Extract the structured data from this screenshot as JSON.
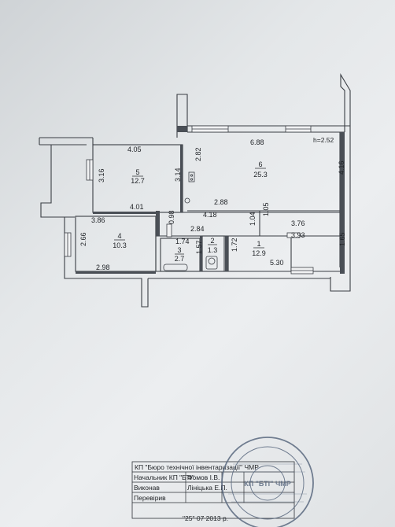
{
  "plan": {
    "height_label": "h=2.52",
    "dimensions": {
      "d405": "4.05",
      "d316": "3.16",
      "d314": "3.14",
      "d401": "4.01",
      "d282": "2.82",
      "d688": "6.88",
      "d416": "4.16",
      "d288": "2.88",
      "d418": "4.18",
      "d104": "1.04",
      "d105": "1.05",
      "d376": "3.76",
      "d393": "3.93",
      "d386": "3.86",
      "d098": "0.98",
      "d284": "2.84",
      "d174": "1.74",
      "d266": "2.66",
      "d157": "1.57",
      "d172": "1.72",
      "d165": "1.65",
      "d298": "2.98",
      "d530": "5.30"
    },
    "rooms": [
      {
        "num": "1",
        "area": "12.9"
      },
      {
        "num": "2",
        "area": "1.3"
      },
      {
        "num": "3",
        "area": "2.7"
      },
      {
        "num": "4",
        "area": "10.3"
      },
      {
        "num": "5",
        "area": "12.7"
      },
      {
        "num": "6",
        "area": "25.3"
      }
    ]
  },
  "stamp_table": {
    "org": "КП \"Бюро технічної інвентаризації\" ЧМР",
    "rows": [
      {
        "label": "Начальник КП \"БТІ\"",
        "value": "Фомов І.В."
      },
      {
        "label": "Виконав",
        "value": "Лініцька Е.П."
      },
      {
        "label": "Перевірив",
        "value": ""
      }
    ],
    "date": "\"25\" 07 2013 р."
  },
  "seal": {
    "text": "КП \"БТІ\" ЧМР",
    "seal_color": "#5b6a80"
  }
}
